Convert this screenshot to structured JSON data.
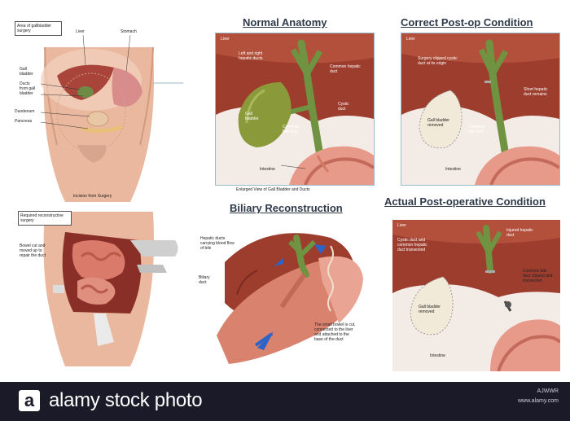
{
  "titles": {
    "normal": "Normal Anatomy",
    "correct": "Correct Post-op Condition",
    "biliary": "Biliary Reconstruction",
    "actual": "Actual Post-operative Condition"
  },
  "torso_top": {
    "box": "Area of gallbladder surgery",
    "liver": "Liver",
    "stomach": "Stomach",
    "gallbladder": "Gall bladder",
    "ducts": "Ducts from gall bladder",
    "duodenum": "Duodenum",
    "pancreas": "Pancreas",
    "caption": "Incision from Surgery"
  },
  "torso_bottom": {
    "box": "Required reconstructive surgery",
    "bowel": "Bowel cut and moved up to repair the duct"
  },
  "normal": {
    "liver": "Liver",
    "hepatic": "Left and right hepatic ducts",
    "common_hepatic": "Common hepatic duct",
    "cystic": "Cystic duct",
    "gall": "Gall bladder",
    "common_bile": "Common bile duct",
    "intestine": "Intestine",
    "caption": "Enlarged View of Gall Bladder and Ducts"
  },
  "correct": {
    "liver": "Liver",
    "clipped": "Surgery clipped cystic duct at its origin",
    "short": "Short hepatic duct remains",
    "gall": "Gall bladder removed",
    "common_bile": "Common bile duct",
    "intestine": "Intestine"
  },
  "biliary": {
    "hepatic": "Hepatic ducts carrying blood flow of bile",
    "biliary": "Biliary duct",
    "small": "The small bowel is cut, connected to the liver and attached to the base of the duct"
  },
  "actual": {
    "liver": "Liver",
    "cystic": "Cystic duct and common hepatic duct transected",
    "injured": "Injured hepatic duct",
    "gall": "Gall bladder removed",
    "common": "Common bile duct clipped and transected",
    "intestine": "Intestine"
  },
  "footer": {
    "logo": "a",
    "brand": "alamy stock photo",
    "id": "AJWWR",
    "url": "www.alamy.com"
  }
}
